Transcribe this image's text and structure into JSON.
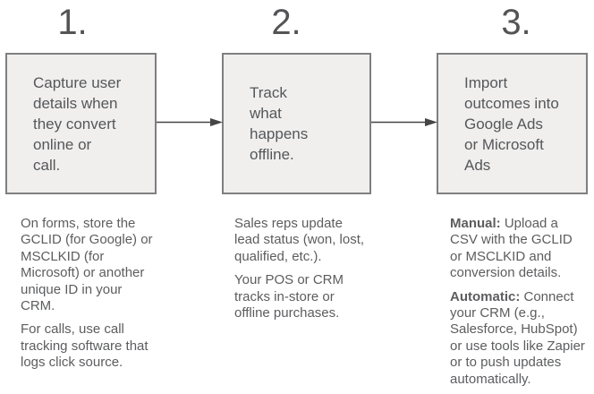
{
  "diagram": {
    "colors": {
      "background": "#ffffff",
      "box_fill": "#f0efee",
      "box_border": "#7f7f7f",
      "box_text": "#55575a",
      "note_text": "#5c5d5f",
      "step_number": "#545456",
      "arrow": "#454545"
    },
    "steps": [
      {
        "number": "1.",
        "box_text": "Capture user\ndetails when\nthey convert\nonline or\ncall.",
        "paragraphs": [
          {
            "bold": "",
            "text": "On forms, store the\nGCLID (for Google) or\nMSCLKID (for\nMicrosoft) or another\nunique ID in your\nCRM."
          },
          {
            "bold": "",
            "text": "For calls, use call\ntracking software that\nlogs click source."
          }
        ]
      },
      {
        "number": "2.",
        "box_text": "Track\nwhat\nhappens\noffline.",
        "paragraphs": [
          {
            "bold": "",
            "text": "Sales reps update\nlead status (won, lost,\nqualified, etc.)."
          },
          {
            "bold": "",
            "text": "Your POS or CRM\ntracks in-store or\noffline purchases."
          }
        ]
      },
      {
        "number": "3.",
        "box_text": "Import\noutcomes into\nGoogle Ads\nor Microsoft\nAds",
        "paragraphs": [
          {
            "bold": "Manual:",
            "text": " Upload a\nCSV with the GCLID\nor MSCLKID and\nconversion details."
          },
          {
            "bold": "Automatic:",
            "text": " Connect\nyour CRM (e.g.,\nSalesforce, HubSpot)\nor use tools like Zapier\nor to push updates\nautomatically."
          }
        ]
      }
    ]
  }
}
